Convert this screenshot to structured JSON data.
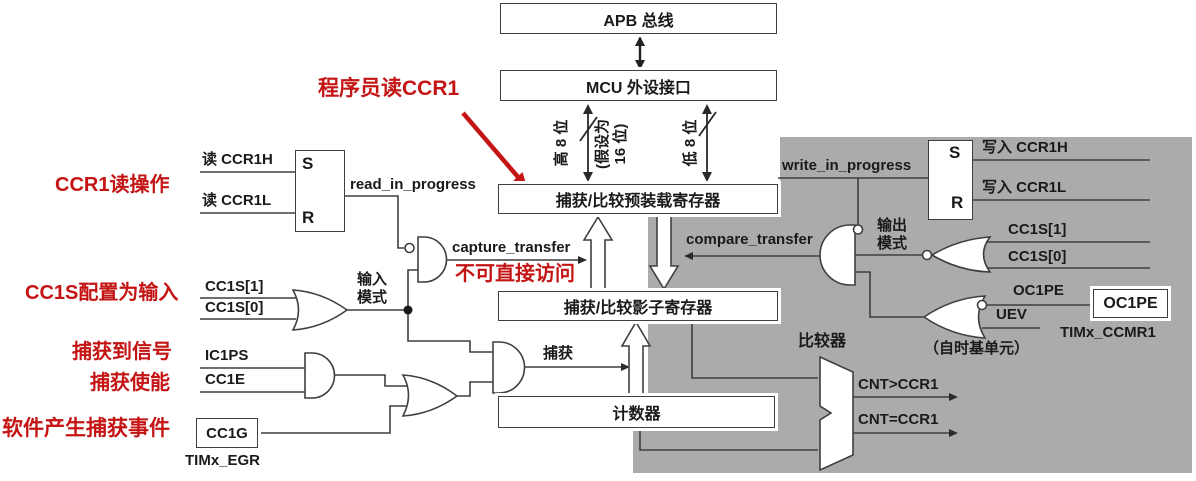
{
  "colors": {
    "red": "#c41414",
    "gray_background": "#ababab",
    "line": "#3f3f3f"
  },
  "registers": {
    "apb_bus": "APB 总线",
    "mcu_iface": "MCU 外设接口",
    "preload": "捕获/比较预装载寄存器",
    "shadow": "捕获/比较影子寄存器",
    "counter": "计数器",
    "cc1g": "CC1G",
    "oc1pe": "OC1PE",
    "timx_egr": "TIMx_EGR",
    "timx_ccmr1": "TIMx_CCMR1"
  },
  "latch": {
    "s": "S",
    "r": "R"
  },
  "red_notes": {
    "programmer_read_ccr1": "程序员读CCR1",
    "ccr1_read_operation": "CCR1读操作",
    "not_directly_accessible": "不可直接访问",
    "cc1s_configured_as_input": "CC1S配置为输入",
    "capture_signal_detected": "捕获到信号",
    "capture_enable": "捕获使能",
    "software_capture_event": "软件产生捕获事件"
  },
  "signals": {
    "read_ccr1h": "读 CCR1H",
    "read_ccr1l": "读 CCR1L",
    "read_in_progress": "read_in_progress",
    "capture_transfer": "capture_transfer",
    "input_mode": "输入\n模式",
    "cc1s1": "CC1S[1]",
    "cc1s0": "CC1S[0]",
    "ic1ps": "IC1PS",
    "cc1e": "CC1E",
    "capture": "捕获",
    "write_in_progress": "write_in_progress",
    "write_ccr1h": "写入 CCR1H",
    "write_ccr1l": "写入 CCR1L",
    "output_mode": "输出\n模式",
    "compare_transfer": "compare_transfer",
    "oc1pe": "OC1PE",
    "uev": "UEV",
    "cnt_gt_ccr1": "CNT>CCR1",
    "cnt_eq_ccr1": "CNT=CCR1",
    "comparator": "比较器",
    "time_base_unit": "（自时基单元）"
  },
  "bus_labels": {
    "high8": "高 8 位",
    "assumed": "(假设为\n16 位)",
    "low8": "低 8 位"
  }
}
